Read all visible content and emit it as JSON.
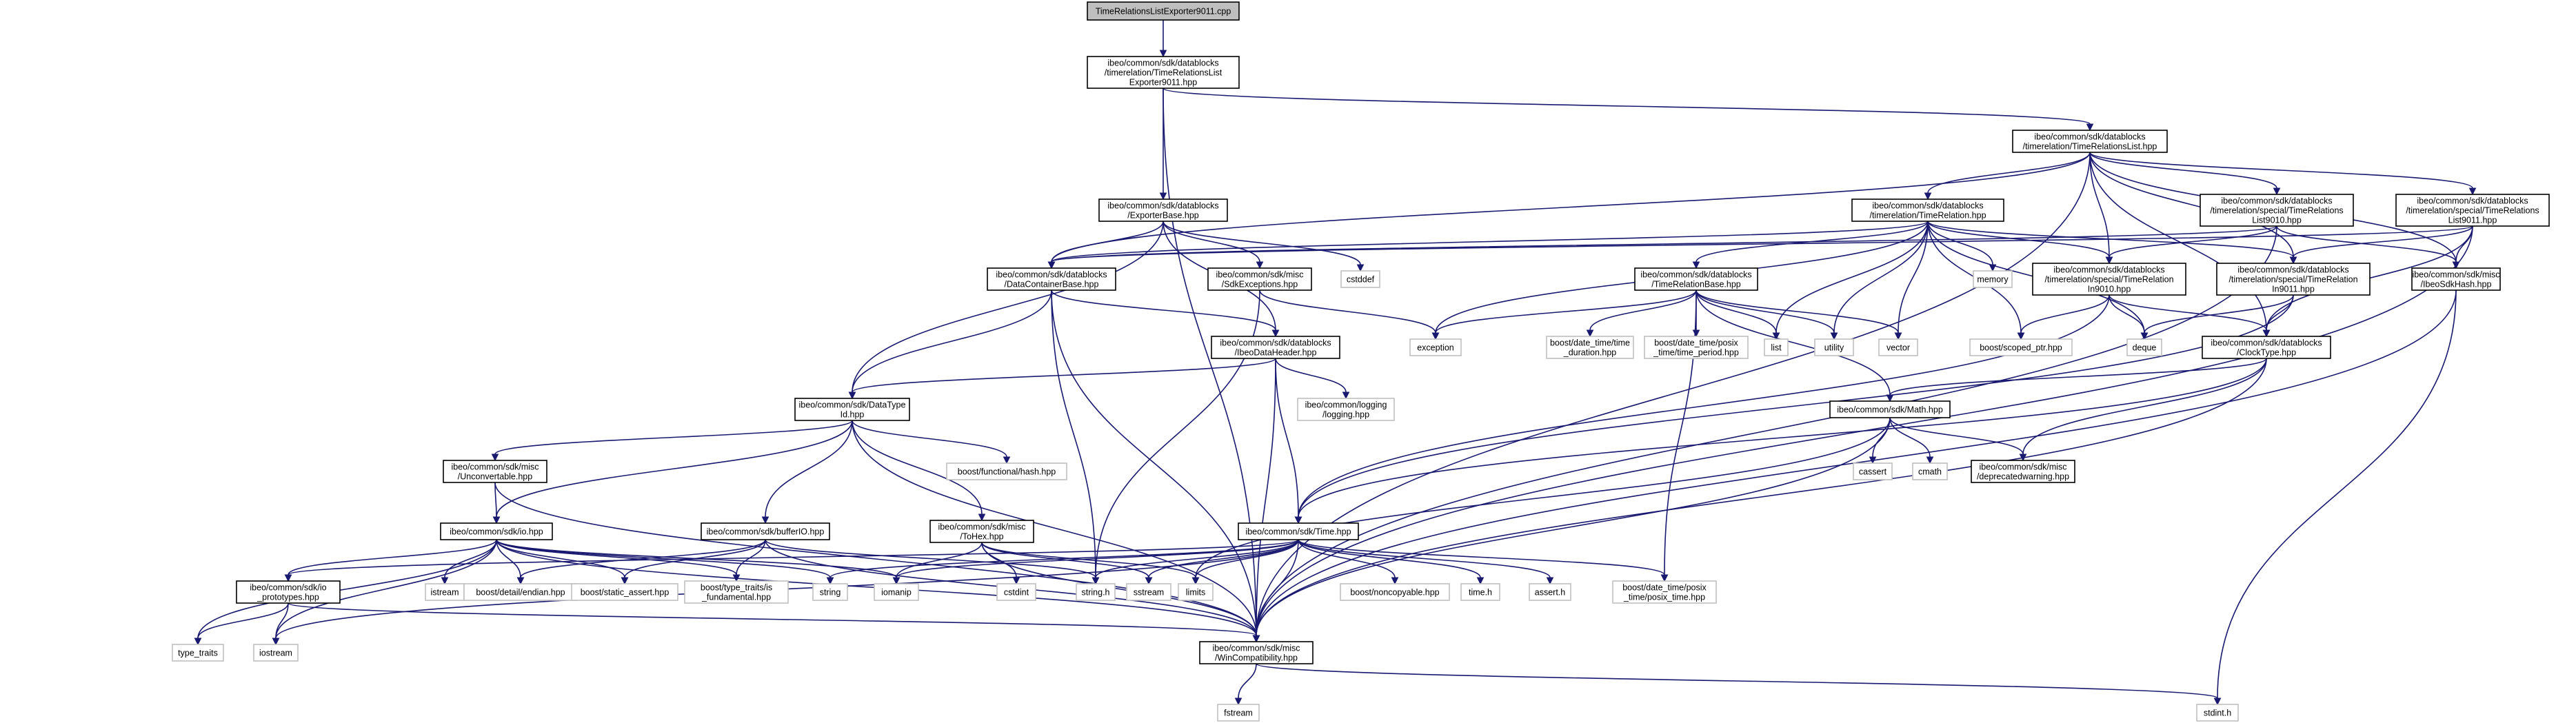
{
  "colors": {
    "edge": "#191970",
    "root_fill": "#bfbfbf",
    "root_border": "#000000",
    "project_border": "#000000",
    "external_border": "#bfbfbf",
    "node_fill": "#ffffff",
    "text": "#000000"
  },
  "nodes": [
    {
      "id": "root",
      "kind": "root",
      "lines": [
        "TimeRelationsListExporter9011.cpp"
      ]
    },
    {
      "id": "exp9011",
      "kind": "project",
      "lines": [
        "ibeo/common/sdk/datablocks",
        "/timerelation/TimeRelationsList",
        "Exporter9011.hpp"
      ]
    },
    {
      "id": "trlist",
      "kind": "project",
      "lines": [
        "ibeo/common/sdk/datablocks",
        "/timerelation/TimeRelationsList.hpp"
      ]
    },
    {
      "id": "expbase",
      "kind": "project",
      "lines": [
        "ibeo/common/sdk/datablocks",
        "/ExporterBase.hpp"
      ]
    },
    {
      "id": "timerel",
      "kind": "project",
      "lines": [
        "ibeo/common/sdk/datablocks",
        "/timerelation/TimeRelation.hpp"
      ]
    },
    {
      "id": "trl9010",
      "kind": "project",
      "lines": [
        "ibeo/common/sdk/datablocks",
        "/timerelation/special/TimeRelations",
        "List9010.hpp"
      ]
    },
    {
      "id": "trl9011",
      "kind": "project",
      "lines": [
        "ibeo/common/sdk/datablocks",
        "/timerelation/special/TimeRelations",
        "List9011.hpp"
      ]
    },
    {
      "id": "dcb",
      "kind": "project",
      "lines": [
        "ibeo/common/sdk/datablocks",
        "/DataContainerBase.hpp"
      ]
    },
    {
      "id": "sdkexc",
      "kind": "project",
      "lines": [
        "ibeo/common/sdk/misc",
        "/SdkExceptions.hpp"
      ]
    },
    {
      "id": "cstddef",
      "kind": "external",
      "lines": [
        "cstddef"
      ]
    },
    {
      "id": "trbase",
      "kind": "project",
      "lines": [
        "ibeo/common/sdk/datablocks",
        "/TimeRelationBase.hpp"
      ]
    },
    {
      "id": "memory",
      "kind": "external",
      "lines": [
        "memory"
      ]
    },
    {
      "id": "trin9010",
      "kind": "project",
      "lines": [
        "ibeo/common/sdk/datablocks",
        "/timerelation/special/TimeRelation",
        "In9010.hpp"
      ]
    },
    {
      "id": "trin9011",
      "kind": "project",
      "lines": [
        "ibeo/common/sdk/datablocks",
        "/timerelation/special/TimeRelation",
        "In9011.hpp"
      ]
    },
    {
      "id": "sdkhash",
      "kind": "project",
      "lines": [
        "ibeo/common/sdk/misc",
        "/IbeoSdkHash.hpp"
      ]
    },
    {
      "id": "exception",
      "kind": "external",
      "lines": [
        "exception"
      ]
    },
    {
      "id": "datahdr",
      "kind": "project",
      "lines": [
        "ibeo/common/sdk/datablocks",
        "/IbeoDataHeader.hpp"
      ]
    },
    {
      "id": "btduration",
      "kind": "external",
      "lines": [
        "boost/date_time/time",
        "_duration.hpp"
      ]
    },
    {
      "id": "btperiod",
      "kind": "external",
      "lines": [
        "boost/date_time/posix",
        "_time/time_period.hpp"
      ]
    },
    {
      "id": "list",
      "kind": "external",
      "lines": [
        "list"
      ]
    },
    {
      "id": "utility",
      "kind": "external",
      "lines": [
        "utility"
      ]
    },
    {
      "id": "vector",
      "kind": "external",
      "lines": [
        "vector"
      ]
    },
    {
      "id": "scopedptr",
      "kind": "external",
      "lines": [
        "boost/scoped_ptr.hpp"
      ]
    },
    {
      "id": "deque",
      "kind": "external",
      "lines": [
        "deque"
      ]
    },
    {
      "id": "clocktype",
      "kind": "project",
      "lines": [
        "ibeo/common/sdk/datablocks",
        "/ClockType.hpp"
      ]
    },
    {
      "id": "datatypeid",
      "kind": "project",
      "lines": [
        "ibeo/common/sdk/DataType",
        "Id.hpp"
      ]
    },
    {
      "id": "logging",
      "kind": "external",
      "lines": [
        "ibeo/common/logging",
        "/logging.hpp"
      ]
    },
    {
      "id": "math",
      "kind": "project",
      "lines": [
        "ibeo/common/sdk/Math.hpp"
      ]
    },
    {
      "id": "cassert",
      "kind": "external",
      "lines": [
        "cassert"
      ]
    },
    {
      "id": "cmath",
      "kind": "external",
      "lines": [
        "cmath"
      ]
    },
    {
      "id": "deprecated",
      "kind": "project",
      "lines": [
        "ibeo/common/sdk/misc",
        "/deprecatedwarning.hpp"
      ]
    },
    {
      "id": "unconv",
      "kind": "project",
      "lines": [
        "ibeo/common/sdk/misc",
        "/Unconvertable.hpp"
      ]
    },
    {
      "id": "bfhash",
      "kind": "external",
      "lines": [
        "boost/functional/hash.hpp"
      ]
    },
    {
      "id": "io",
      "kind": "project",
      "lines": [
        "ibeo/common/sdk/io.hpp"
      ]
    },
    {
      "id": "bufferio",
      "kind": "project",
      "lines": [
        "ibeo/common/sdk/bufferIO.hpp"
      ]
    },
    {
      "id": "tohex",
      "kind": "project",
      "lines": [
        "ibeo/common/sdk/misc",
        "/ToHex.hpp"
      ]
    },
    {
      "id": "time",
      "kind": "project",
      "lines": [
        "ibeo/common/sdk/Time.hpp"
      ]
    },
    {
      "id": "ioproto",
      "kind": "project",
      "lines": [
        "ibeo/common/sdk/io",
        "_prototypes.hpp"
      ]
    },
    {
      "id": "istream",
      "kind": "external",
      "lines": [
        "istream"
      ]
    },
    {
      "id": "endian",
      "kind": "external",
      "lines": [
        "boost/detail/endian.hpp"
      ]
    },
    {
      "id": "staticassert",
      "kind": "external",
      "lines": [
        "boost/static_assert.hpp"
      ]
    },
    {
      "id": "fundamental",
      "kind": "external",
      "lines": [
        "boost/type_traits/is",
        "_fundamental.hpp"
      ]
    },
    {
      "id": "string",
      "kind": "external",
      "lines": [
        "string"
      ]
    },
    {
      "id": "iomanip",
      "kind": "external",
      "lines": [
        "iomanip"
      ]
    },
    {
      "id": "cstdint",
      "kind": "external",
      "lines": [
        "cstdint"
      ]
    },
    {
      "id": "stringh",
      "kind": "external",
      "lines": [
        "string.h"
      ]
    },
    {
      "id": "sstream",
      "kind": "external",
      "lines": [
        "sstream"
      ]
    },
    {
      "id": "limits",
      "kind": "external",
      "lines": [
        "limits"
      ]
    },
    {
      "id": "noncopyable",
      "kind": "external",
      "lines": [
        "boost/noncopyable.hpp"
      ]
    },
    {
      "id": "timeh",
      "kind": "external",
      "lines": [
        "time.h"
      ]
    },
    {
      "id": "asserth",
      "kind": "external",
      "lines": [
        "assert.h"
      ]
    },
    {
      "id": "posixtime",
      "kind": "external",
      "lines": [
        "boost/date_time/posix",
        "_time/posix_time.hpp"
      ]
    },
    {
      "id": "typetraits",
      "kind": "external",
      "lines": [
        "type_traits"
      ]
    },
    {
      "id": "iostream",
      "kind": "external",
      "lines": [
        "iostream"
      ]
    },
    {
      "id": "wincompat",
      "kind": "project",
      "lines": [
        "ibeo/common/sdk/misc",
        "/WinCompatibility.hpp"
      ]
    },
    {
      "id": "fstream",
      "kind": "external",
      "lines": [
        "fstream"
      ]
    },
    {
      "id": "stdinth",
      "kind": "external",
      "lines": [
        "stdint.h"
      ]
    }
  ],
  "edges": [
    [
      "root",
      "exp9011"
    ],
    [
      "exp9011",
      "trlist"
    ],
    [
      "exp9011",
      "expbase"
    ],
    [
      "exp9011",
      "wincompat"
    ],
    [
      "trlist",
      "timerel"
    ],
    [
      "trlist",
      "trl9010"
    ],
    [
      "trlist",
      "trl9011"
    ],
    [
      "trlist",
      "dcb"
    ],
    [
      "trlist",
      "trin9010"
    ],
    [
      "trlist",
      "trin9011"
    ],
    [
      "trlist",
      "sdkhash"
    ],
    [
      "trlist",
      "clocktype"
    ],
    [
      "trlist",
      "wincompat"
    ],
    [
      "expbase",
      "dcb"
    ],
    [
      "expbase",
      "sdkexc"
    ],
    [
      "expbase",
      "cstddef"
    ],
    [
      "expbase",
      "datahdr"
    ],
    [
      "expbase",
      "datatypeid"
    ],
    [
      "timerel",
      "trbase"
    ],
    [
      "timerel",
      "memory"
    ],
    [
      "timerel",
      "trin9010"
    ],
    [
      "timerel",
      "trin9011"
    ],
    [
      "timerel",
      "exception"
    ],
    [
      "timerel",
      "list"
    ],
    [
      "timerel",
      "utility"
    ],
    [
      "timerel",
      "vector"
    ],
    [
      "timerel",
      "scopedptr"
    ],
    [
      "timerel",
      "deque"
    ],
    [
      "timerel",
      "dcb"
    ],
    [
      "trl9010",
      "trin9010"
    ],
    [
      "trl9010",
      "sdkhash"
    ],
    [
      "trl9010",
      "dcb"
    ],
    [
      "trl9010",
      "wincompat"
    ],
    [
      "trl9011",
      "trin9011"
    ],
    [
      "trl9011",
      "sdkhash"
    ],
    [
      "trl9011",
      "clocktype"
    ],
    [
      "trl9011",
      "dcb"
    ],
    [
      "trl9011",
      "wincompat"
    ],
    [
      "dcb",
      "datahdr"
    ],
    [
      "dcb",
      "datatypeid"
    ],
    [
      "dcb",
      "stringh"
    ],
    [
      "dcb",
      "wincompat"
    ],
    [
      "sdkexc",
      "exception"
    ],
    [
      "sdkexc",
      "stringh"
    ],
    [
      "trbase",
      "exception"
    ],
    [
      "trbase",
      "btduration"
    ],
    [
      "trbase",
      "btperiod"
    ],
    [
      "trbase",
      "list"
    ],
    [
      "trbase",
      "utility"
    ],
    [
      "trbase",
      "vector"
    ],
    [
      "trbase",
      "math"
    ],
    [
      "trbase",
      "posixtime"
    ],
    [
      "trin9010",
      "deque"
    ],
    [
      "trin9010",
      "scopedptr"
    ],
    [
      "trin9010",
      "clocktype"
    ],
    [
      "trin9010",
      "time"
    ],
    [
      "trin9011",
      "deque"
    ],
    [
      "trin9011",
      "clocktype"
    ],
    [
      "trin9011",
      "time"
    ],
    [
      "sdkhash",
      "wincompat"
    ],
    [
      "sdkhash",
      "stdinth"
    ],
    [
      "datahdr",
      "datatypeid"
    ],
    [
      "datahdr",
      "logging"
    ],
    [
      "datahdr",
      "time"
    ],
    [
      "datahdr",
      "wincompat"
    ],
    [
      "clocktype",
      "math"
    ],
    [
      "clocktype",
      "deprecated"
    ],
    [
      "clocktype",
      "time"
    ],
    [
      "clocktype",
      "wincompat"
    ],
    [
      "datatypeid",
      "unconv"
    ],
    [
      "datatypeid",
      "bfhash"
    ],
    [
      "datatypeid",
      "io"
    ],
    [
      "datatypeid",
      "bufferio"
    ],
    [
      "datatypeid",
      "tohex"
    ],
    [
      "datatypeid",
      "wincompat"
    ],
    [
      "math",
      "cassert"
    ],
    [
      "math",
      "cmath"
    ],
    [
      "math",
      "deprecated"
    ],
    [
      "math",
      "limits"
    ],
    [
      "math",
      "wincompat"
    ],
    [
      "unconv",
      "io"
    ],
    [
      "unconv",
      "wincompat"
    ],
    [
      "io",
      "ioproto"
    ],
    [
      "io",
      "istream"
    ],
    [
      "io",
      "endian"
    ],
    [
      "io",
      "staticassert"
    ],
    [
      "io",
      "fundamental"
    ],
    [
      "io",
      "string"
    ],
    [
      "io",
      "iomanip"
    ],
    [
      "io",
      "typetraits"
    ],
    [
      "io",
      "iostream"
    ],
    [
      "io",
      "wincompat"
    ],
    [
      "bufferio",
      "endian"
    ],
    [
      "bufferio",
      "staticassert"
    ],
    [
      "bufferio",
      "fundamental"
    ],
    [
      "bufferio",
      "stringh"
    ],
    [
      "bufferio",
      "wincompat"
    ],
    [
      "tohex",
      "iomanip"
    ],
    [
      "tohex",
      "cstdint"
    ],
    [
      "tohex",
      "sstream"
    ],
    [
      "tohex",
      "limits"
    ],
    [
      "tohex",
      "wincompat"
    ],
    [
      "time",
      "ioproto"
    ],
    [
      "time",
      "string"
    ],
    [
      "time",
      "iomanip"
    ],
    [
      "time",
      "stringh"
    ],
    [
      "time",
      "sstream"
    ],
    [
      "time",
      "limits"
    ],
    [
      "time",
      "noncopyable"
    ],
    [
      "time",
      "timeh"
    ],
    [
      "time",
      "asserth"
    ],
    [
      "time",
      "posixtime"
    ],
    [
      "time",
      "wincompat"
    ],
    [
      "time",
      "iostream"
    ],
    [
      "ioproto",
      "typetraits"
    ],
    [
      "ioproto",
      "iostream"
    ],
    [
      "ioproto",
      "wincompat"
    ],
    [
      "wincompat",
      "fstream"
    ],
    [
      "wincompat",
      "stdinth"
    ]
  ]
}
